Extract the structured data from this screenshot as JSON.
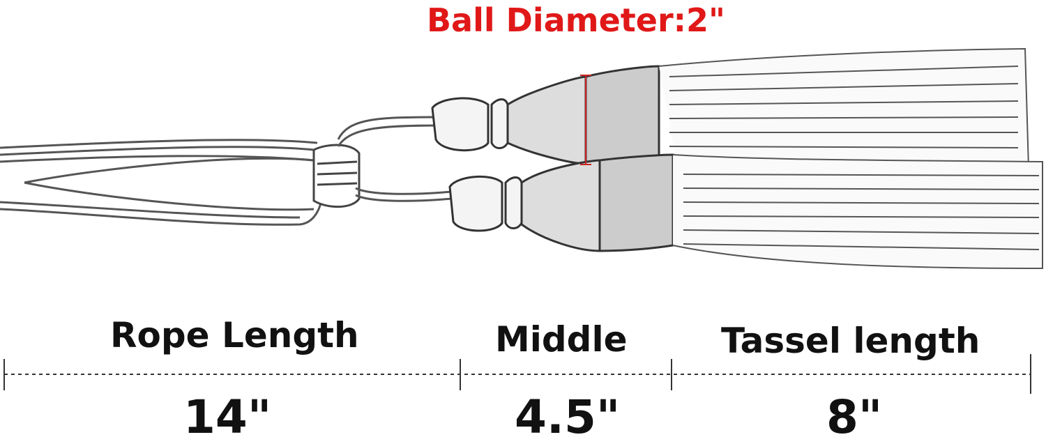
{
  "title": "Ball Diameter:2\"",
  "segments": [
    {
      "label": "Rope Length",
      "value": "14\""
    },
    {
      "label": "Middle",
      "value": "4.5\""
    },
    {
      "label": "Tassel length",
      "value": "8\""
    }
  ],
  "colors": {
    "title": "#e01818",
    "text": "#111111",
    "line": "#333333",
    "marker": "#cc2222"
  }
}
